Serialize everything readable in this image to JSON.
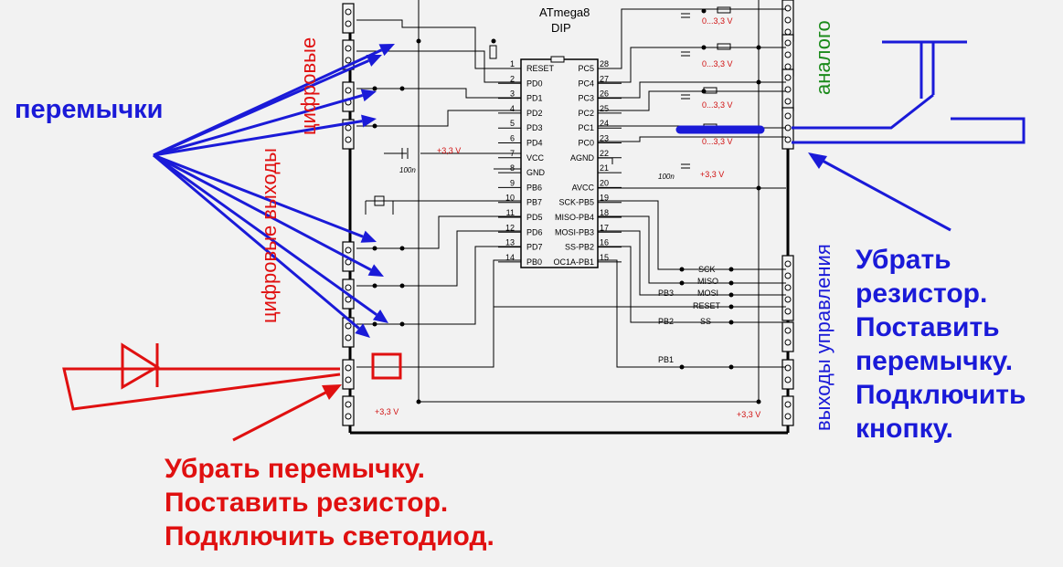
{
  "chip": {
    "name": "ATmega8",
    "package": "DIP",
    "left_pins": [
      {
        "num": "1",
        "name": "RESET"
      },
      {
        "num": "2",
        "name": "PD0"
      },
      {
        "num": "3",
        "name": "PD1"
      },
      {
        "num": "4",
        "name": "PD2"
      },
      {
        "num": "5",
        "name": "PD3"
      },
      {
        "num": "6",
        "name": "PD4"
      },
      {
        "num": "7",
        "name": "VCC"
      },
      {
        "num": "8",
        "name": "GND"
      },
      {
        "num": "9",
        "name": "PB6"
      },
      {
        "num": "10",
        "name": "PB7"
      },
      {
        "num": "11",
        "name": "PD5"
      },
      {
        "num": "12",
        "name": "PD6"
      },
      {
        "num": "13",
        "name": "PD7"
      },
      {
        "num": "14",
        "name": "PB0"
      }
    ],
    "right_pins": [
      {
        "num": "28",
        "name": "PC5"
      },
      {
        "num": "27",
        "name": "PC4"
      },
      {
        "num": "26",
        "name": "PC3"
      },
      {
        "num": "25",
        "name": "PC2"
      },
      {
        "num": "24",
        "name": "PC1"
      },
      {
        "num": "23",
        "name": "PC0"
      },
      {
        "num": "22",
        "name": "AGND"
      },
      {
        "num": "21",
        "name": ""
      },
      {
        "num": "20",
        "name": "AVCC"
      },
      {
        "num": "19",
        "name": "SCK-PB5"
      },
      {
        "num": "18",
        "name": "MISO-PB4"
      },
      {
        "num": "17",
        "name": "MOSI-PB3"
      },
      {
        "num": "16",
        "name": "SS-PB2"
      },
      {
        "num": "15",
        "name": "OC1A-PB1"
      }
    ]
  },
  "schematic_labels": {
    "vcc_left": "+3,3 V",
    "vcc_right": "+3,3 V",
    "vcc_bottom_left": "+3,3 V",
    "vcc_bottom_right": "+3,3 V",
    "cap_left": "100n",
    "cap_right": "100n",
    "range1": "0...3,3 V",
    "range2": "0...3,3 V",
    "range3": "0...3,3 V",
    "range4": "0...3,3 V",
    "sig_sck": "SCK",
    "sig_miso": "MISO",
    "sig_mosi": "MOSI",
    "sig_reset": "RESET",
    "sig_ss": "SS",
    "sig_pb3": "PB3",
    "sig_pb2": "PB2",
    "sig_pb1": "PB1"
  },
  "annotations": {
    "jumpers": "перемычки",
    "digital_top": "цифровые",
    "digital_outputs": "цифровые выходы",
    "analog": "аналого",
    "control_outputs": "выходы управления",
    "right_note": [
      "Убрать",
      "резистор.",
      "Поставить",
      "перемычку.",
      "Подключить",
      "кнопку."
    ],
    "bottom_note": [
      "Убрать перемычку.",
      "Поставить резистор.",
      "Подключить светодиод."
    ]
  },
  "colors": {
    "annotation_blue": "#1a1ad8",
    "annotation_red": "#e01010",
    "annotation_green": "#1a8a1a",
    "wire": "#000000",
    "label_red": "#d01010"
  }
}
